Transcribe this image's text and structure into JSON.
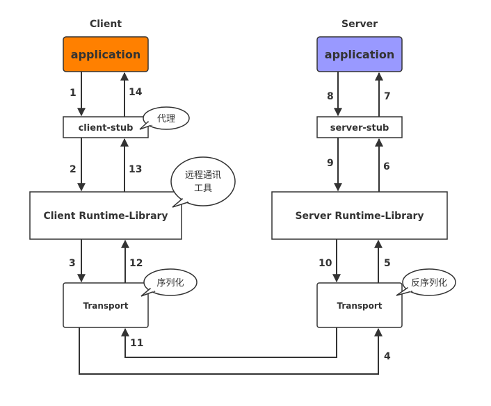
{
  "colors": {
    "client_accent": "#ff8000",
    "server_accent": "#9999ff",
    "client_app_fill": "#ff8000",
    "server_app_fill": "#9999ff",
    "line": "#333333"
  },
  "client": {
    "title": "Client",
    "application": "application",
    "stub": "client-stub",
    "runtime": "Client Runtime-Library",
    "transport": "Transport"
  },
  "server": {
    "title": "Server",
    "application": "application",
    "stub": "server-stub",
    "runtime": "Server Runtime-Library",
    "transport": "Transport"
  },
  "callouts": {
    "proxy": "代理",
    "remote_line1": "远程通讯",
    "remote_line2": "工具",
    "serialize": "序列化",
    "deserialize": "反序列化"
  },
  "steps": [
    "1",
    "2",
    "3",
    "4",
    "5",
    "6",
    "7",
    "8",
    "9",
    "10",
    "11",
    "12",
    "13",
    "14"
  ]
}
